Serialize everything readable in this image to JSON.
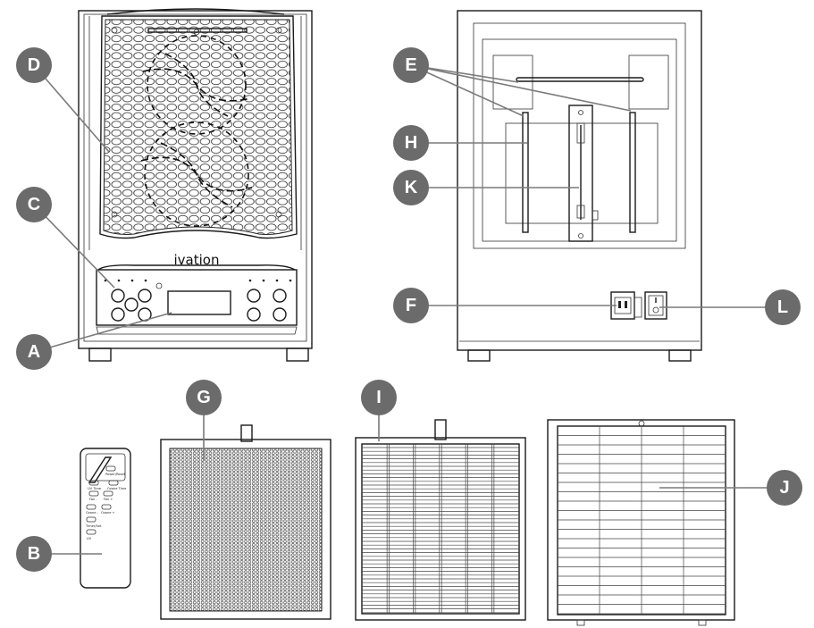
{
  "brand": "ivation",
  "callouts": {
    "A": "A",
    "B": "B",
    "C": "C",
    "D": "D",
    "E": "E",
    "F": "F",
    "G": "G",
    "H": "H",
    "I": "I",
    "J": "J",
    "K": "K",
    "L": "L"
  },
  "remote_labels": {
    "power": "Power/Reset",
    "uv_timer": "UV Time",
    "ozone_timer": "Ozone Time",
    "fan_up": "Fan +",
    "fan_down": "Fan -",
    "ozone_up": "Ozone +",
    "ozone_down": "Ozone -",
    "timer": "Timer/Set",
    "uv": "UV"
  },
  "colors": {
    "callout": "#6b6b6b",
    "callout_line": "#7a7a7a",
    "outline": "#1a1a1a"
  }
}
